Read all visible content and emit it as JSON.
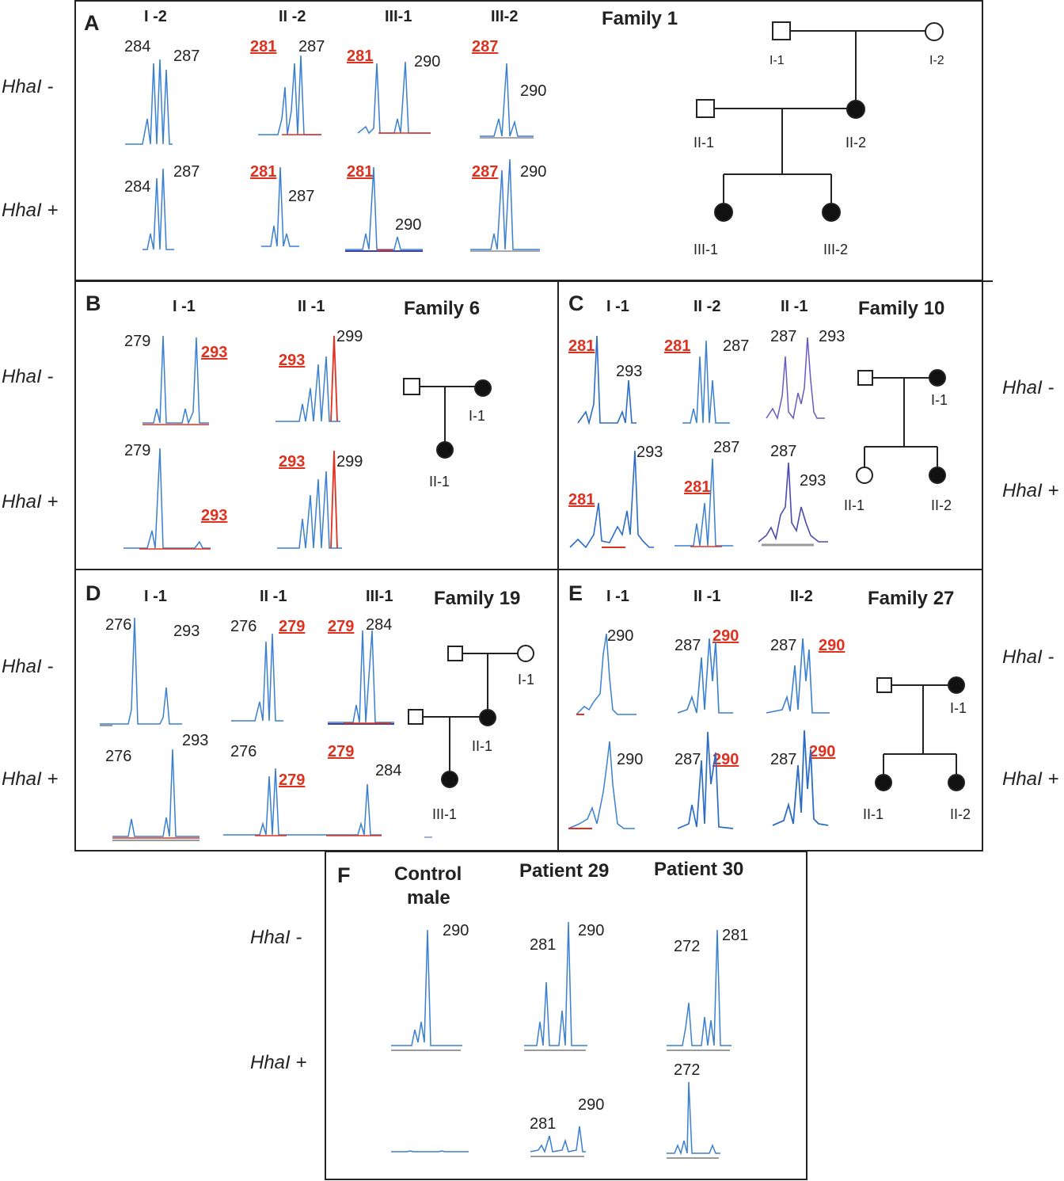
{
  "conditions": {
    "hhal_minus": "HhaI -",
    "hhal_plus": "HhaI +"
  },
  "panelA": {
    "letter": "A",
    "family": "Family 1",
    "samples": [
      "I -2",
      "II -2",
      "III-1",
      "III-2"
    ],
    "peaks_minus": [
      [
        "284",
        "287"
      ],
      [
        "281",
        "287"
      ],
      [
        "281",
        "290"
      ],
      [
        "287",
        "290"
      ]
    ],
    "peaks_plus": [
      [
        "284",
        "287"
      ],
      [
        "281",
        "287"
      ],
      [
        "281",
        "290"
      ],
      [
        "287",
        "290"
      ]
    ],
    "pedigree": [
      "I-1",
      "I-2",
      "II-1",
      "II-2",
      "III-1",
      "III-2"
    ]
  },
  "panelB": {
    "letter": "B",
    "family": "Family 6",
    "samples": [
      "I -1",
      "II -1"
    ],
    "peaks_minus": [
      [
        "279",
        "293"
      ],
      [
        "293",
        "299"
      ]
    ],
    "peaks_plus": [
      [
        "279",
        "293"
      ],
      [
        "293",
        "299"
      ]
    ],
    "pedigree": [
      "I-1",
      "II-1"
    ]
  },
  "panelC": {
    "letter": "C",
    "family": "Family 10",
    "samples": [
      "I -1",
      "II -2",
      "II -1"
    ],
    "peaks_minus": [
      [
        "281",
        "293"
      ],
      [
        "281",
        "287"
      ],
      [
        "287",
        "293"
      ]
    ],
    "peaks_plus": [
      [
        "281",
        "293"
      ],
      [
        "281",
        "287"
      ],
      [
        "287",
        "293"
      ]
    ],
    "pedigree": [
      "I-1",
      "II-1",
      "II-2"
    ]
  },
  "panelD": {
    "letter": "D",
    "family": "Family 19",
    "samples": [
      "I -1",
      "II -1",
      "III-1"
    ],
    "peaks_minus": [
      [
        "276",
        "293"
      ],
      [
        "276",
        "279"
      ],
      [
        "279",
        "284"
      ]
    ],
    "peaks_plus": [
      [
        "276",
        "293"
      ],
      [
        "276",
        "279"
      ],
      [
        "279",
        "284"
      ]
    ],
    "pedigree": [
      "I-1",
      "II-1",
      "III-1"
    ]
  },
  "panelE": {
    "letter": "E",
    "family": "Family 27",
    "samples": [
      "I -1",
      "II -1",
      "II-2"
    ],
    "peaks_minus": [
      [
        "290"
      ],
      [
        "287",
        "290"
      ],
      [
        "287",
        "290"
      ]
    ],
    "peaks_plus": [
      [
        "290"
      ],
      [
        "287",
        "290"
      ],
      [
        "287",
        "290"
      ]
    ],
    "pedigree": [
      "I-1",
      "II-1",
      "II-2"
    ]
  },
  "panelF": {
    "letter": "F",
    "samples": [
      "Control",
      "male",
      "Patient 29",
      "Patient 30"
    ],
    "peaks_minus": [
      [
        "290"
      ],
      [
        "281",
        "290"
      ],
      [
        "272",
        "281"
      ]
    ],
    "peaks_plus": [
      [],
      [
        "281",
        "290"
      ],
      [
        "272"
      ]
    ]
  }
}
